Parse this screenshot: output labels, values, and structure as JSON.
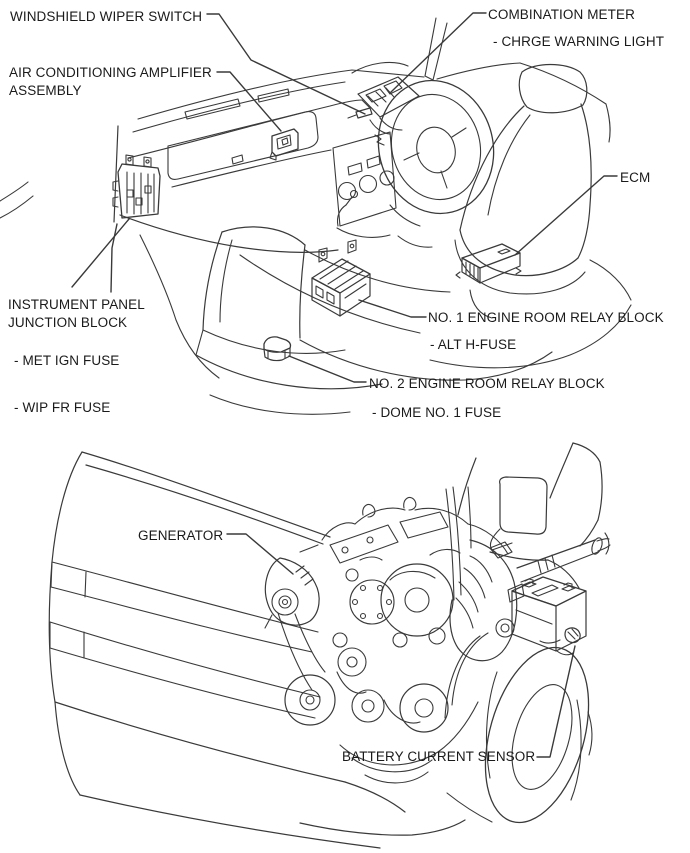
{
  "colors": {
    "background": "#ffffff",
    "line": "#3a3a3a",
    "text": "#1a1a1a"
  },
  "interior_diagram": {
    "callouts": {
      "windshield_wiper_switch": "WINDSHIELD WIPER SWITCH",
      "combination_meter": "COMBINATION METER",
      "charge_warning_light": "- CHRGE WARNING LIGHT",
      "ac_amplifier_assembly": "AIR CONDITIONING AMPLIFIER\nASSEMBLY",
      "ecm": "ECM",
      "instrument_panel_junction_block": "INSTRUMENT PANEL\nJUNCTION BLOCK",
      "met_ign_fuse": "- MET IGN FUSE",
      "wip_fr_fuse": "- WIP FR FUSE",
      "no1_engine_room_relay_block": "NO. 1 ENGINE ROOM RELAY BLOCK",
      "alt_h_fuse": "- ALT H-FUSE",
      "no2_engine_room_relay_block": "NO. 2 ENGINE ROOM RELAY BLOCK",
      "dome_no1_fuse": "- DOME NO. 1 FUSE"
    }
  },
  "engine_compartment_diagram": {
    "callouts": {
      "generator": "GENERATOR",
      "battery_current_sensor": "BATTERY CURRENT SENSOR"
    }
  }
}
